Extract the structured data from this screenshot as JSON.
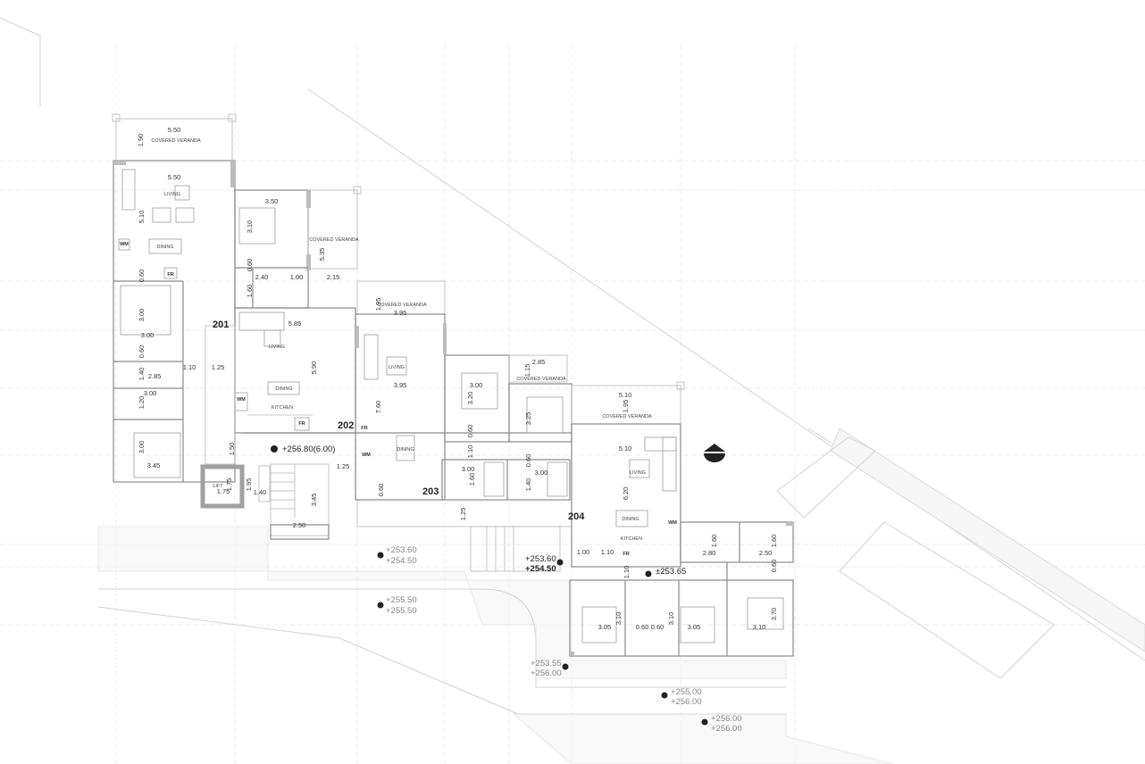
{
  "units": [
    "201",
    "202",
    "203",
    "204"
  ],
  "rooms": {
    "covered_veranda": "COVERED VERANDA",
    "living": "LIVING",
    "dining": "DINING",
    "kitchen": "KITCHEN",
    "washing_machine": "WM",
    "fridge": "FR",
    "lift": "LIFT"
  },
  "dimensions": [
    "5.50",
    "1.90",
    "5.50",
    "5.10",
    "3.50",
    "3.10",
    "5.35",
    "0.60",
    "2.40",
    "1.00",
    "2.15",
    "1.60",
    "5.85",
    "5.90",
    "0.60",
    "3.00",
    "3.00",
    "0.60",
    "1.10",
    "1.25",
    "1.40",
    "2.85",
    "3.00",
    "1.20",
    "3.00",
    "3.45",
    "1.50",
    "1.25",
    "1.75",
    "1.75",
    "1.95",
    "1.40",
    "3.45",
    "2.50",
    "1.95",
    "3.95",
    "3.95",
    "7.60",
    "3.00",
    "3.20",
    "2.85",
    "1.15",
    "3.25",
    "0.60",
    "1.10",
    "3.00",
    "1.60",
    "0.60",
    "3.00",
    "1.40",
    "0.60",
    "1.25",
    "5.10",
    "1.95",
    "5.10",
    "6.20",
    "1.00",
    "1.10",
    "1.60",
    "2.80",
    "1.60",
    "2.50",
    "0.60",
    "1.10",
    "3.10",
    "3.05",
    "0.60",
    "0.60",
    "3.10",
    "3.05",
    "3.70",
    "3.10"
  ],
  "elevations": {
    "corridor_upper": "+256.80(6.00)",
    "stair_left": [
      "+253.60",
      "+254.50"
    ],
    "stair_right": [
      "+253.60",
      "+254.50"
    ],
    "corridor_lower": "±253.65",
    "road_a": [
      "+255.50",
      "+255.50"
    ],
    "road_b": [
      "+253.55",
      "+256.00"
    ],
    "road_c": [
      "+255.00",
      "+256.00"
    ],
    "road_d": [
      "+256.00",
      "+256.00"
    ]
  }
}
